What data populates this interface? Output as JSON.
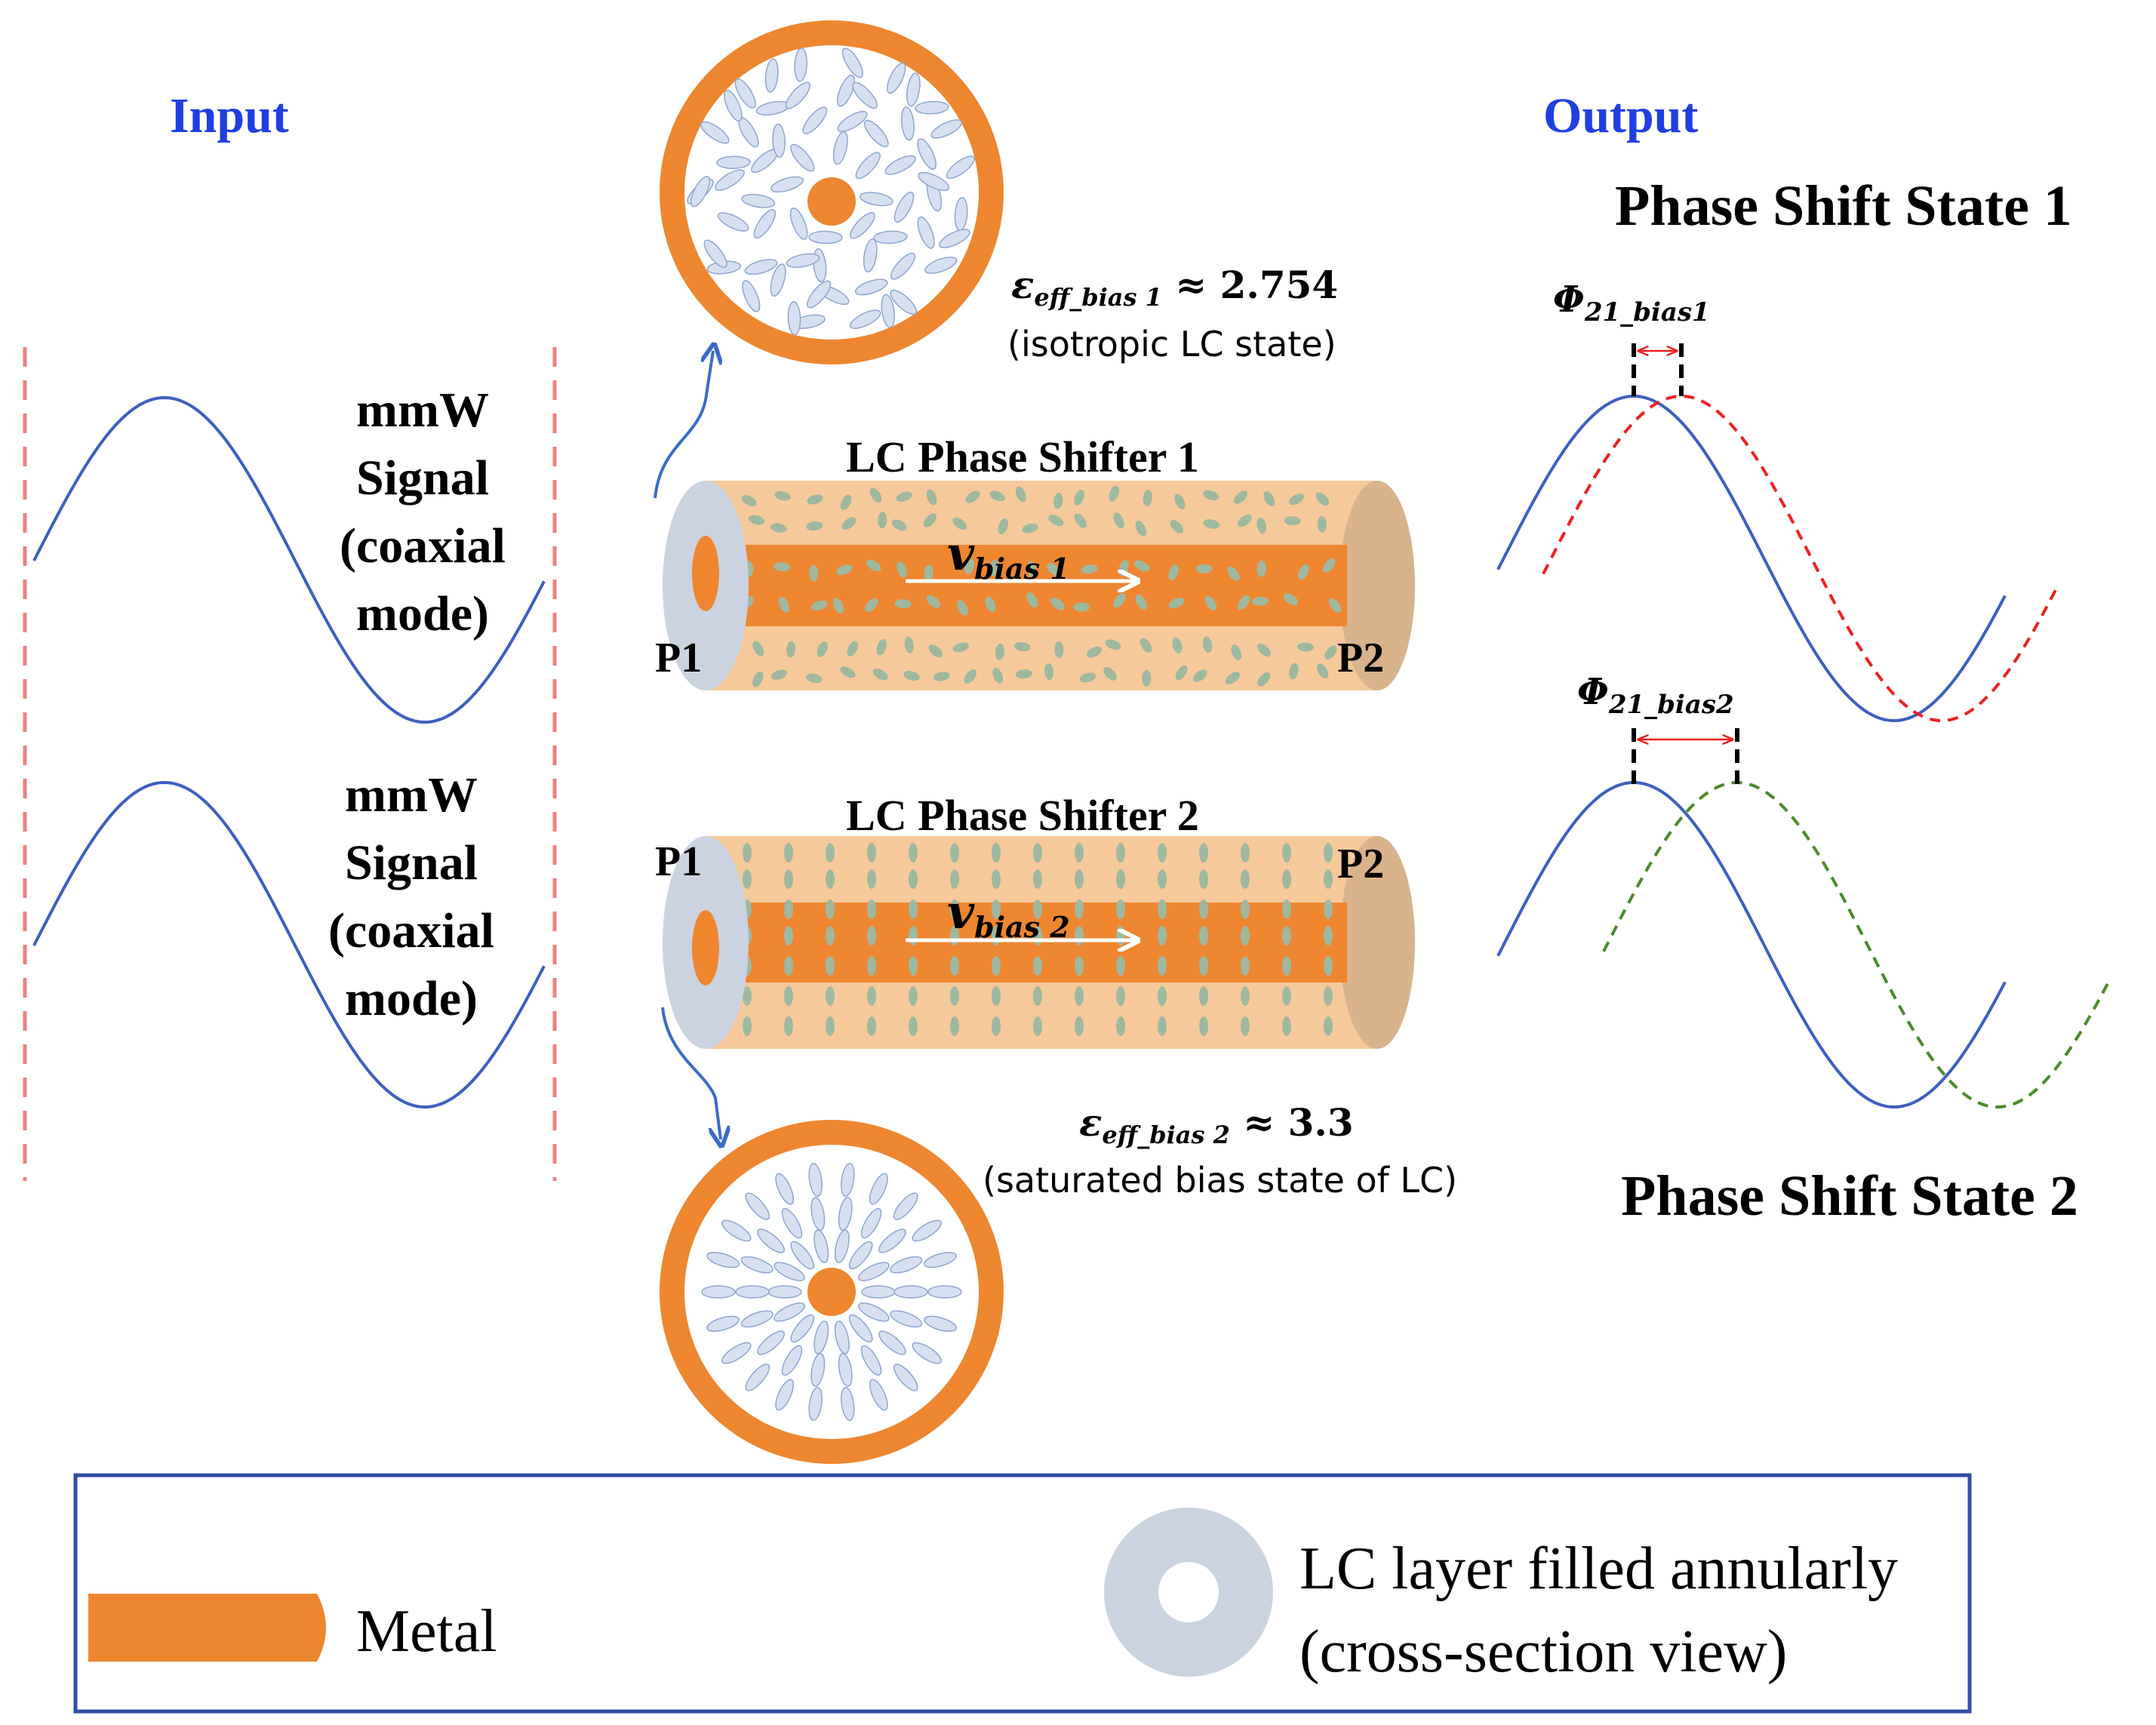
{
  "headers": {
    "input": "Input",
    "output": "Output",
    "state1": "Phase Shift State 1",
    "state2": "Phase Shift State 2"
  },
  "signal_label": {
    "line1": "mmW",
    "line2": "Signal",
    "line3": "(coaxial",
    "line4": "mode)"
  },
  "shifters": [
    {
      "title": "LC Phase Shifter 1",
      "port_in": "P1",
      "port_out": "P2",
      "v_main": "v",
      "v_sub": "bias 1"
    },
    {
      "title": "LC Phase Shifter 2",
      "port_in": "P1",
      "port_out": "P2",
      "v_main": "v",
      "v_sub": "bias 2"
    }
  ],
  "permittivity": [
    {
      "symbol": "ε",
      "sub": "eff_bias 1",
      "value": "≈ 2.754",
      "note": "(isotropic LC state)"
    },
    {
      "symbol": "ε",
      "sub": "eff_bias 2",
      "value": "≈ 3.3",
      "note": "(saturated bias state of LC)"
    }
  ],
  "phase_labels": [
    {
      "symbol": "Φ",
      "sub": "21_bias1"
    },
    {
      "symbol": "Φ",
      "sub": "21_bias2"
    }
  ],
  "legend": {
    "metal": "Metal",
    "lc_line1": "LC layer filled annularly",
    "lc_line2": "(cross-section view)"
  },
  "colors": {
    "title_blue": "#1f3fe0",
    "wave_blue": "#3c5fc0",
    "metal_orange": "#ee8630",
    "lc_tube": "#f6c99a",
    "lc_molecule": "#9fb8a0",
    "cross_molecule": "#d6e0f0",
    "lc_layer_grey": "#ccd3e0",
    "red_dashed": "#ee2020",
    "green_dashed": "#4a8a2a",
    "arrow_blue": "#3a6cc8",
    "legend_border": "#2e4fa3",
    "input_boundary": "#f08080"
  }
}
